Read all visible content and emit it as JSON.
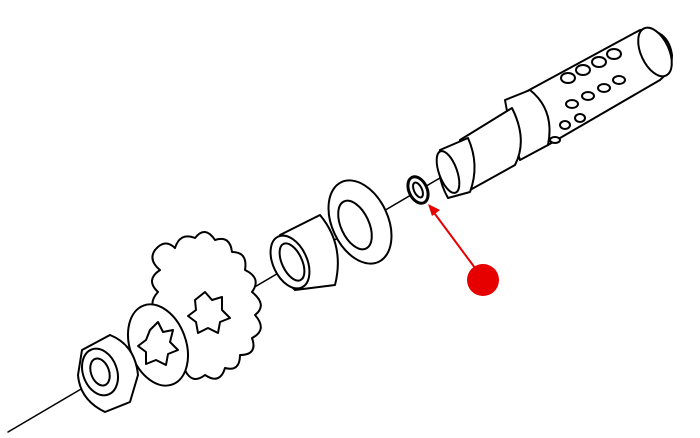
{
  "diagram": {
    "type": "exploded-parts-view",
    "parts": [
      "nut",
      "lock-washer",
      "sprocket",
      "bushing",
      "washer",
      "o-ring",
      "output-shaft"
    ],
    "highlighted_part": "o-ring"
  },
  "colors": {
    "line": "#000000",
    "background": "#ffffff",
    "marker": "#e60000"
  }
}
